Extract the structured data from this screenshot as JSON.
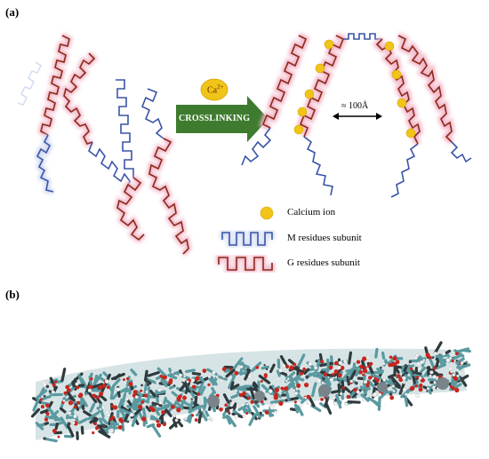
{
  "panel_a": {
    "label": "(a)"
  },
  "panel_b": {
    "label": "(b)"
  },
  "ion": {
    "label": "Ca",
    "superscript": "2+"
  },
  "arrow": {
    "label": "CROSSLINKING"
  },
  "distance": {
    "label": "≈ 100Å"
  },
  "legend": {
    "calcium": "Calcium ion",
    "m_residues": "M residues subunit",
    "g_residues": "G residues subunit"
  },
  "colors": {
    "m_chain": "#3a55a8",
    "g_chain": "#8b2a1a",
    "glow": "#f2b6c8",
    "calcium": "#f0c419",
    "arrow": "#3f7b2f",
    "crosslink_accent": "#d81b1b",
    "backbone": "#5a9aa0"
  }
}
